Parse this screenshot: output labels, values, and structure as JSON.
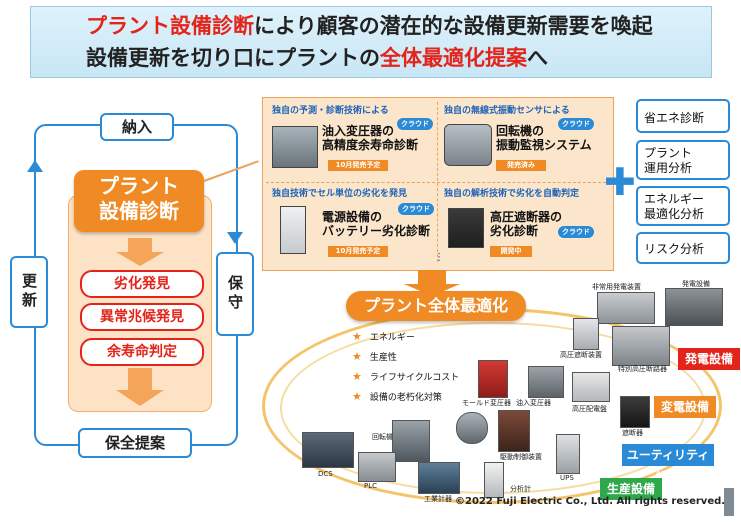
{
  "header": {
    "line1_red": "プラント設備診断",
    "line1_rest": "により顧客の潜在的な設備更新需要を喚起",
    "line2_pre": "設備更新を切り口にプラントの",
    "line2_red": "全体最適化提案",
    "line2_post": "へ"
  },
  "cycle": {
    "delivery": "納入",
    "renewal": "更新",
    "maintenance": "保守",
    "proposal": "保全提案",
    "diagnosis_title": "プラント\n設備診断",
    "items": [
      "劣化発見",
      "異常兆候発見",
      "余寿命判定"
    ]
  },
  "technologies": [
    {
      "label": "独自の予測・診断技術による",
      "name": "油入変圧器の\n高精度余寿命診断",
      "cloud": "クラウド",
      "status": "10月発売予定"
    },
    {
      "label": "独自の無線式振動センサによる",
      "name": "回転機の\n振動監視システム",
      "cloud": "クラウド",
      "status": "発売済み"
    },
    {
      "label": "独自技術でセル単位の劣化を発見",
      "name": "電源設備の\nバッテリー劣化診断",
      "cloud": "クラウド",
      "status": "10月発売予定"
    },
    {
      "label": "独自の解析技術で劣化を自動判定",
      "name": "高圧遮断器の\n劣化診断",
      "cloud": "クラウド",
      "status": "開発中"
    }
  ],
  "analyses": [
    "省エネ診断",
    "プラント\n運用分析",
    "エネルギー\n最適化分析",
    "リスク分析"
  ],
  "optimization": {
    "title": "プラント全体最適化",
    "points": [
      "エネルギー",
      "生産性",
      "ライフサイクルコスト",
      "設備の老朽化対策"
    ]
  },
  "sectors": [
    {
      "label": "発電設備",
      "color": "#e3241b"
    },
    {
      "label": "変電設備",
      "color": "#f08a24"
    },
    {
      "label": "ユーティリティ設備",
      "color": "#2b8ad6"
    },
    {
      "label": "生産設備",
      "color": "#2ea84a"
    }
  ],
  "equipment_labels": {
    "emergency_gen": "非常用発電装置",
    "power_gen": "発電設備",
    "hv_switch": "高圧遮断装置",
    "special_hv": "特別高圧断路器",
    "mold_tr": "モールド変圧器",
    "oil_tr": "油入変圧器",
    "hv_panel": "高圧配電盤",
    "breaker": "遮断器",
    "rotating": "回転機",
    "inverter": "駆動制御装置",
    "dcs": "DCS",
    "plc": "PLC",
    "ups": "UPS",
    "analyzer": "分析計",
    "instrument": "工業計器"
  },
  "copyright": "©2022 Fuji Electric Co., Ltd. All rights reserved."
}
